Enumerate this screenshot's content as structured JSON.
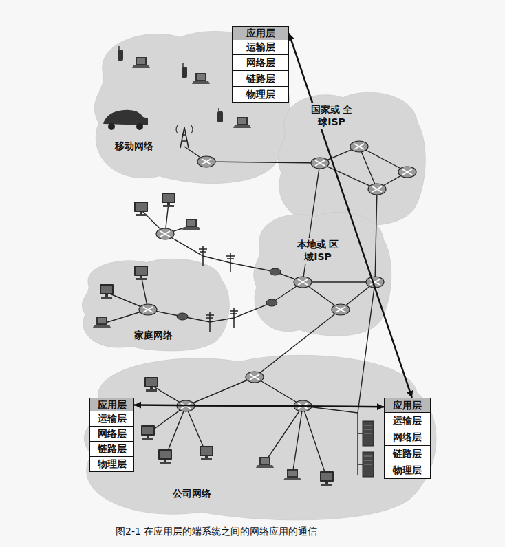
{
  "diagram": {
    "caption": "图2-1 在应用层的端系统之间的网络应用的通信",
    "nodes": [
      {
        "text": [
          "应用层"
        ]
      },
      {
        "text": [
          "运输层"
        ]
      },
      {
        "text": [
          "网络层"
        ]
      },
      {
        "text": [
          "链路层"
        ]
      },
      {
        "text": [
          "物理层"
        ]
      },
      {
        "text": [
          "移动网络"
        ]
      },
      {
        "text": [
          "国家或 全球ISP"
        ]
      },
      {
        "text": [
          "本地或 区域ISP"
        ]
      },
      {
        "text": [
          "家庭网络"
        ]
      },
      {
        "text": [
          "应用层"
        ]
      },
      {
        "text": [
          "运输层"
        ]
      },
      {
        "text": [
          "网络层"
        ]
      },
      {
        "text": [
          "链路层"
        ]
      },
      {
        "text": [
          "物理层"
        ]
      },
      {
        "text": [
          "应用层"
        ]
      },
      {
        "text": [
          "运输层"
        ]
      },
      {
        "text": [
          "网络层"
        ]
      },
      {
        "text": [
          "链路层"
        ]
      },
      {
        "text": [
          "物理层"
        ]
      },
      {
        "text": [
          "公司网络"
        ]
      }
    ],
    "edges": [
      {
        "from": 0,
        "to": 14,
        "arrow": "both"
      },
      {
        "from": 9,
        "to": 14,
        "arrow": "both"
      }
    ]
  }
}
